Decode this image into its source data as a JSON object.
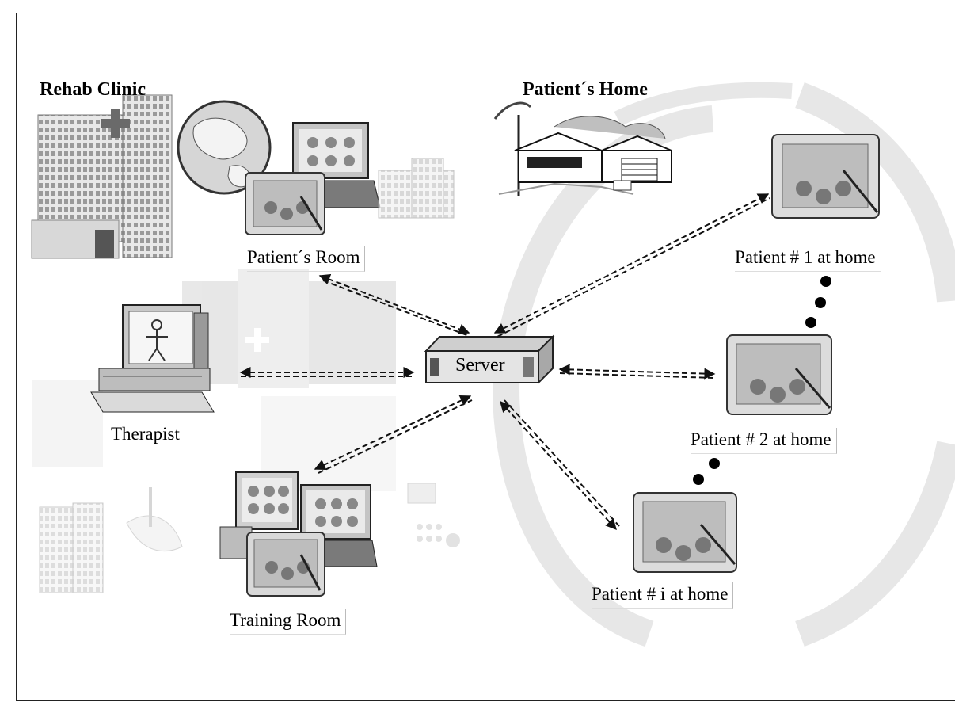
{
  "sections": {
    "clinic": "Rehab Clinic",
    "home": "Patient´s Home"
  },
  "nodes": {
    "server": "Server",
    "patients_room": "Patient´s Room",
    "therapist": "Therapist",
    "training_room": "Training Room",
    "patient_1": "Patient # 1 at home",
    "patient_2": "Patient # 2 at home",
    "patient_i": "Patient # i at home"
  },
  "colors": {
    "arrow": "#111111",
    "tablet_body": "#d9d9d9",
    "screen": "#b8b8b8",
    "background_art": "#dcdcdc"
  },
  "icons": [
    "hospital-building-icon",
    "globe-icon",
    "laptop-icon",
    "tablet-icon",
    "house-icon",
    "desktop-computer-icon",
    "server-icon"
  ]
}
